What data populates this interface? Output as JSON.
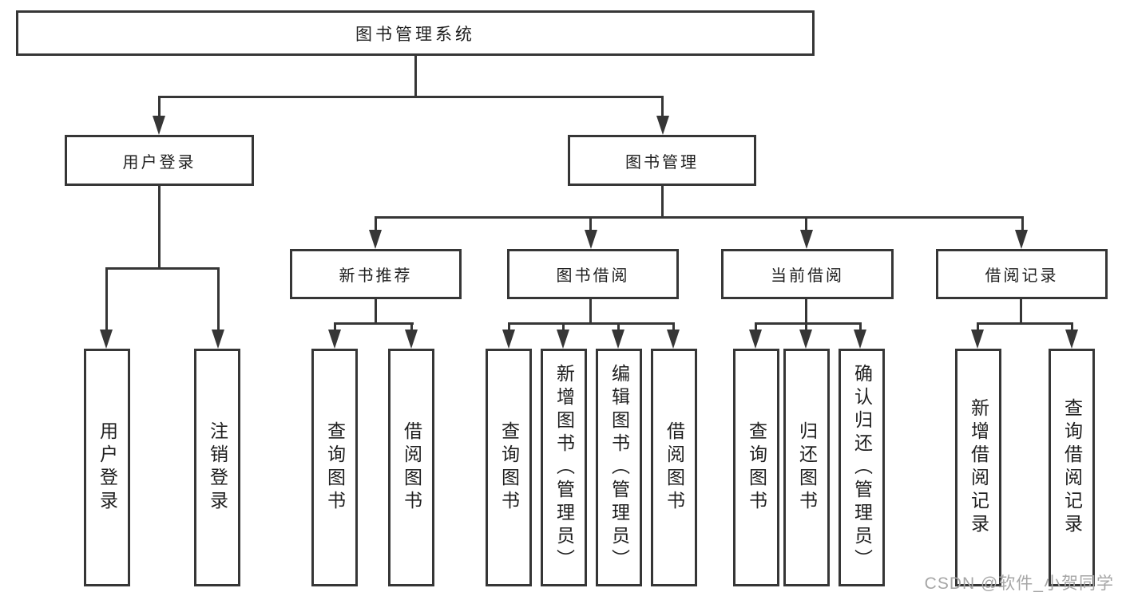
{
  "diagram": {
    "title": "图书管理系统",
    "nodes": {
      "root": "图书管理系统",
      "user_login": "用户登录",
      "book_management": "图书管理",
      "new_book_recommend": "新书推荐",
      "book_borrow": "图书借阅",
      "current_borrow": "当前借阅",
      "borrow_record": "借阅记录",
      "leaves": [
        "用户登录",
        "注销登录",
        "查询图书",
        "借阅图书",
        "查询图书",
        "新增图书（管理员）",
        "编辑图书（管理员）",
        "借阅图书",
        "查询图书",
        "归还图书",
        "确认归还（管理员）",
        "新增借阅记录",
        "查询借阅记录"
      ]
    }
  },
  "watermark": {
    "text": "CSDN @软件_小贺同学"
  },
  "colors": {
    "line": "#363636",
    "text": "#1e1e1e",
    "watermark": "#a6a6a6",
    "background": "#ffffff"
  }
}
